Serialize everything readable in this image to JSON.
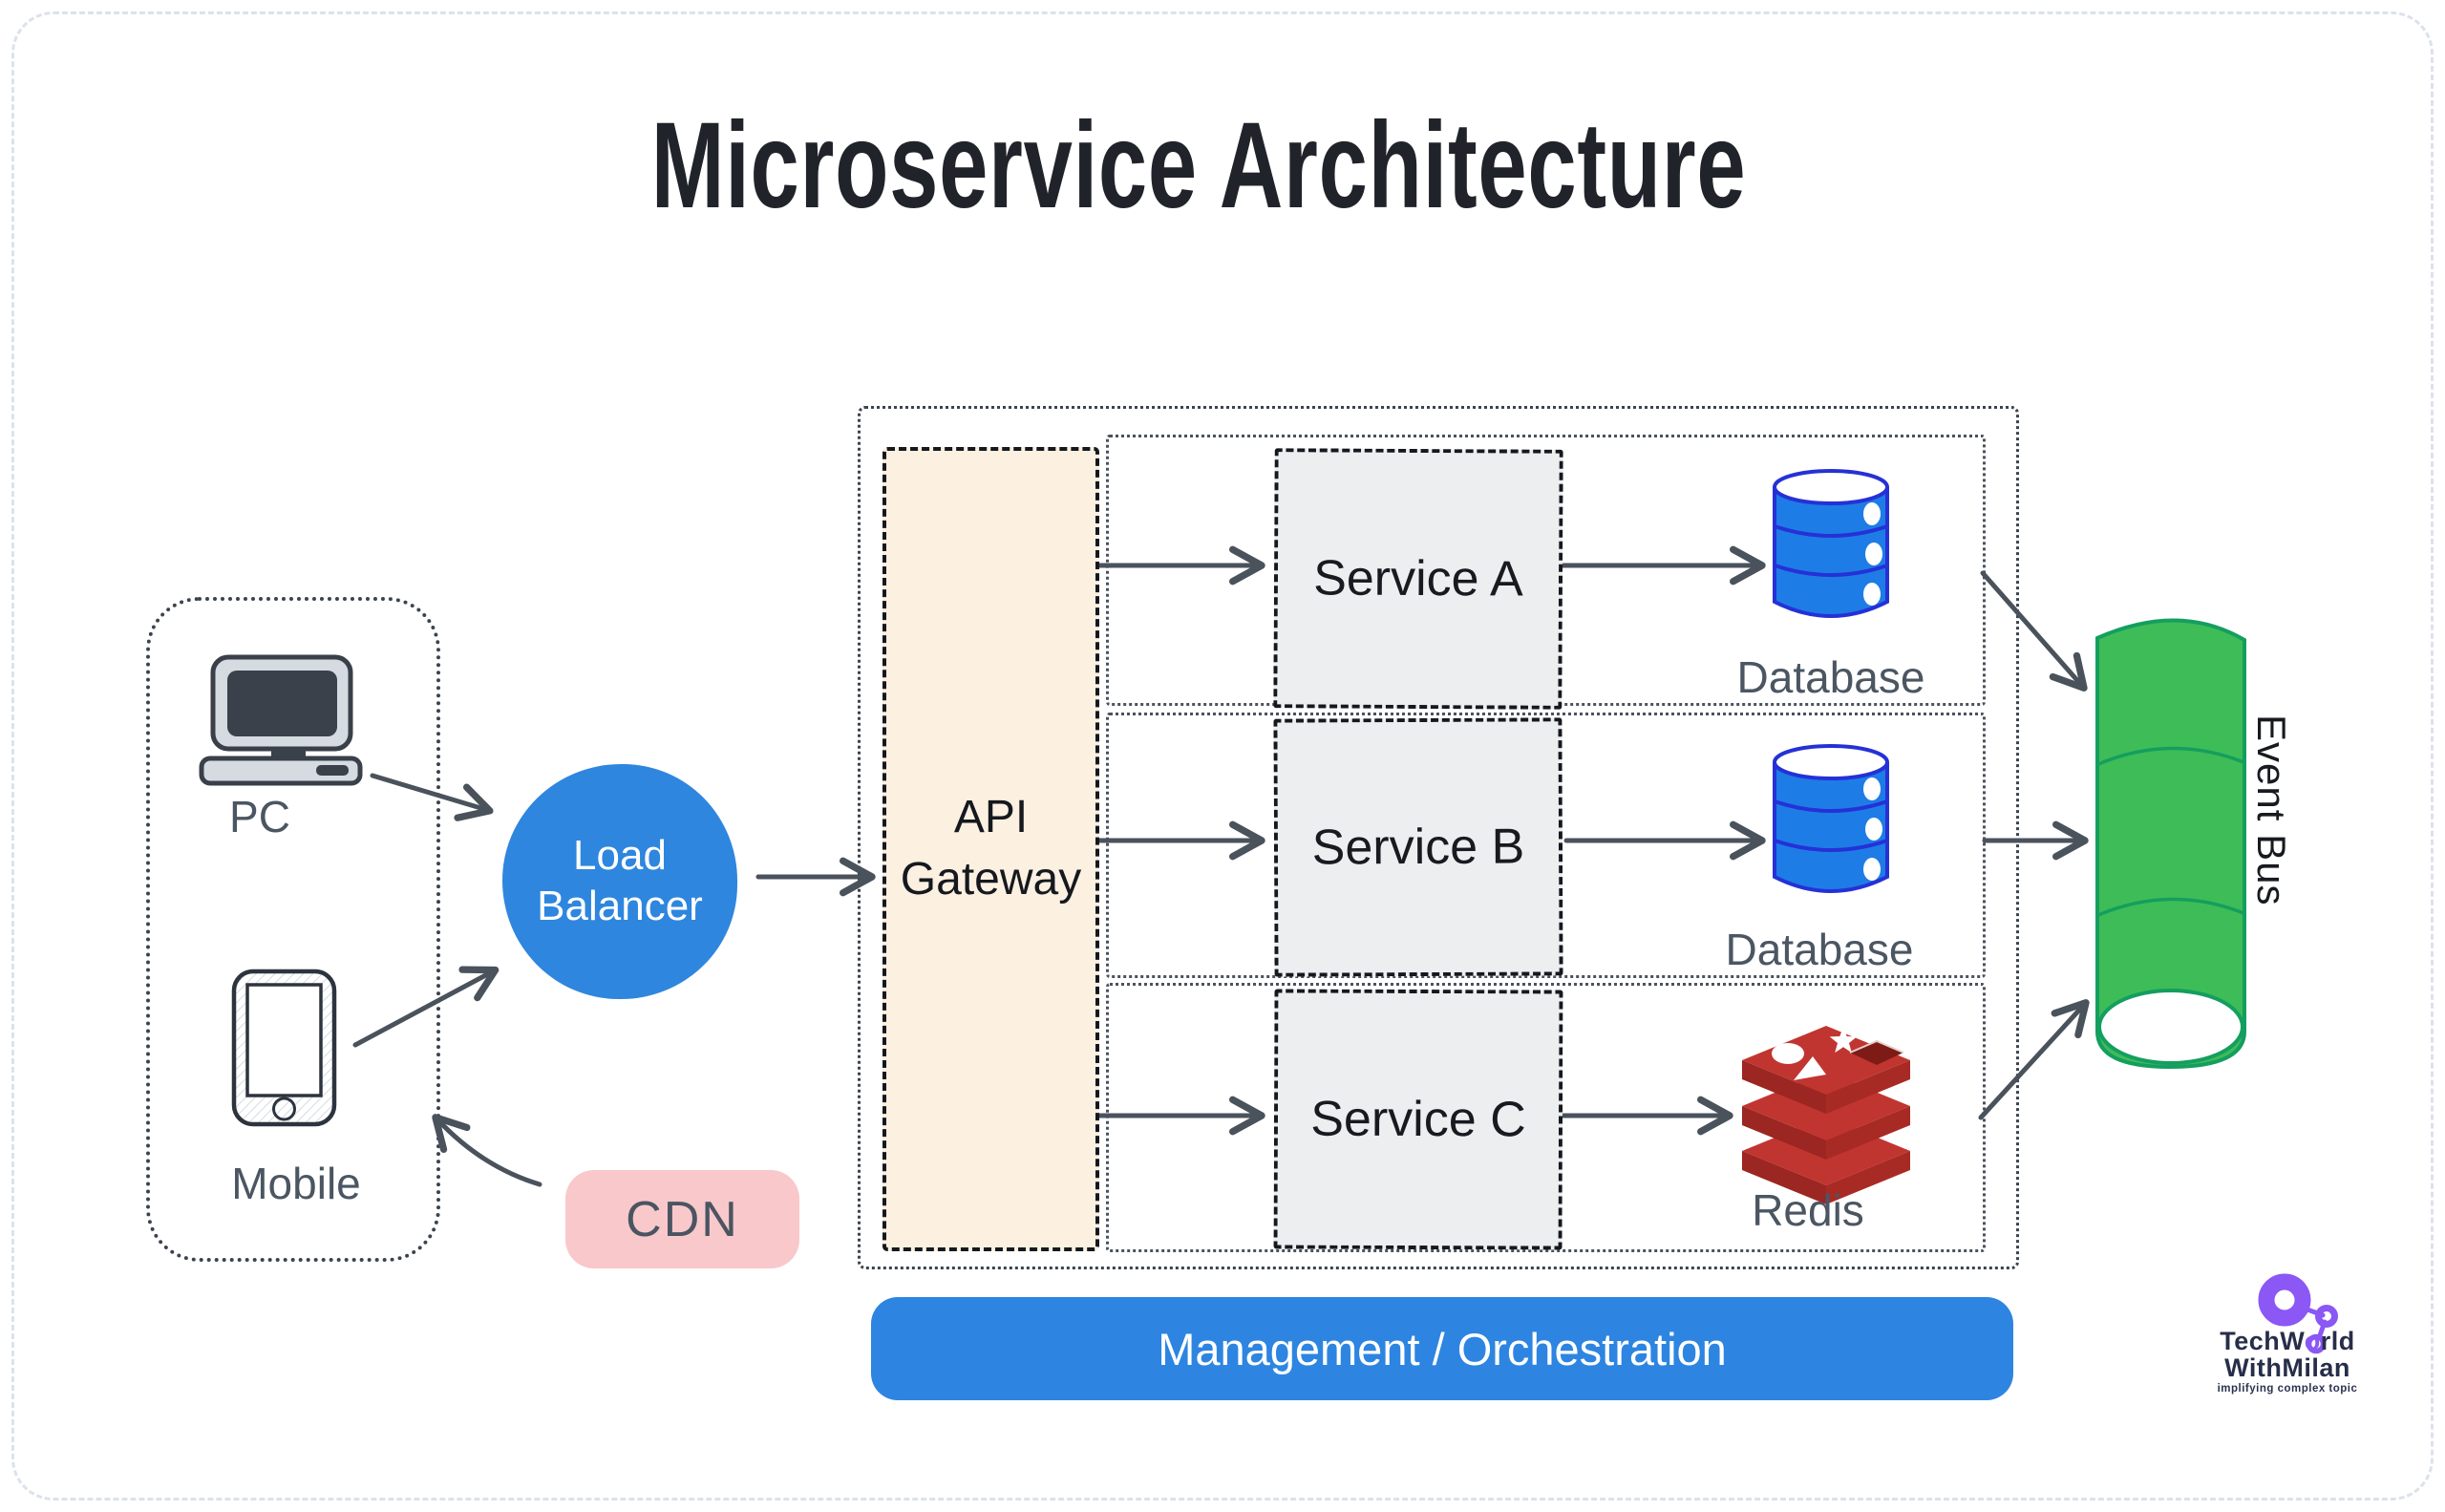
{
  "title": "Microservice Architecture",
  "clients": {
    "pc_label": "PC",
    "mobile_label": "Mobile"
  },
  "cdn": {
    "label": "CDN"
  },
  "load_balancer": {
    "line1": "Load",
    "line2": "Balancer"
  },
  "api_gateway": {
    "line1": "API",
    "line2": "Gateway"
  },
  "services": [
    {
      "name": "Service A",
      "store": "Database",
      "store_icon": "database-cylinder-icon"
    },
    {
      "name": "Service B",
      "store": "Database",
      "store_icon": "database-cylinder-icon"
    },
    {
      "name": "Service C",
      "store": "Redis",
      "store_icon": "redis-stack-icon"
    }
  ],
  "event_bus": {
    "label": "Event Bus"
  },
  "management": {
    "label": "Management / Orchestration"
  },
  "branding": {
    "line1_pre": "TechW",
    "line1_o": "o",
    "line1_post": "rld",
    "line2": "WithMilan",
    "tagline": "implifying complex topic"
  },
  "icons": {
    "pc": "desktop-computer-icon",
    "mobile": "smartphone-icon",
    "database": "database-cylinder-icon",
    "redis": "redis-stack-icon",
    "event_bus": "green-cylinder-icon",
    "logo": "molecule-icon"
  },
  "colors": {
    "accent_blue": "#2e86de",
    "management_blue": "#2d85e1",
    "cdn_pink": "#f9c8cb",
    "gateway_cream": "#fcf0e1",
    "service_gray": "#eceef0",
    "database_blue": "#1e7ce6",
    "database_stroke": "#2531d6",
    "redis_red": "#c13530",
    "event_bus_green": "#3ebc58",
    "event_bus_stroke": "#149e5f",
    "arrow_dark": "#4a525c",
    "logo_purple": "#8b57f5",
    "text_dark": "#20242a",
    "label_gray": "#4b5662"
  }
}
